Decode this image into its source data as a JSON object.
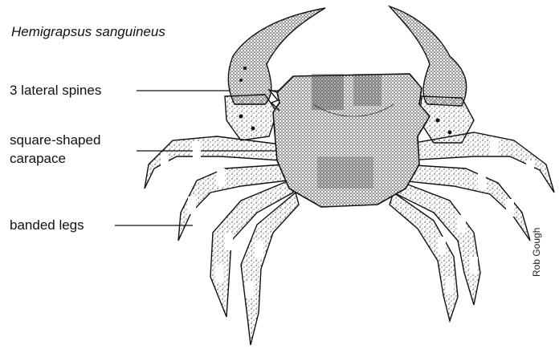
{
  "title": "Hemigrapsus sanguineus",
  "labels": {
    "lateral_spines": "3 lateral spines",
    "carapace_line1": "square-shaped",
    "carapace_line2": "carapace",
    "banded_legs": "banded legs"
  },
  "credit": "Rob Gough",
  "colors": {
    "ink": "#111111",
    "stipple": "#2a2a2a",
    "background": "#ffffff"
  }
}
